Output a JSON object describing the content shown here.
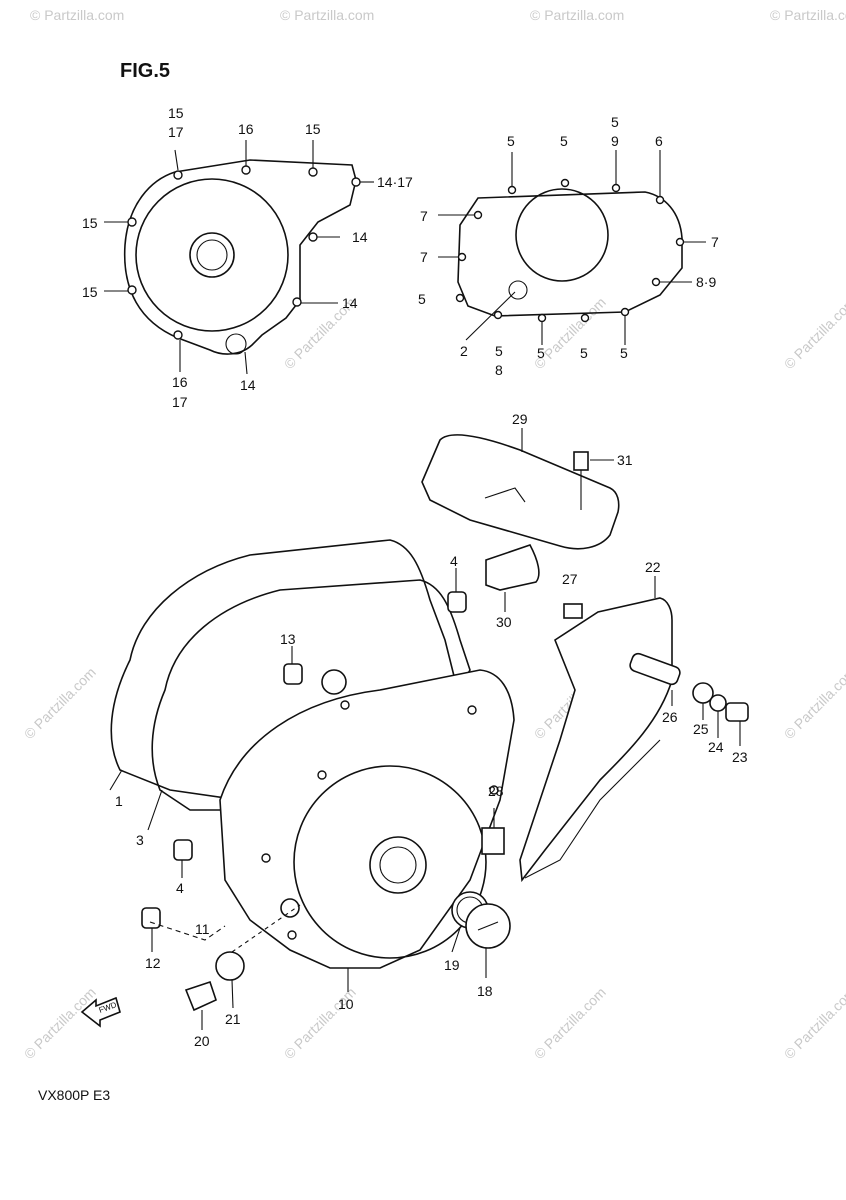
{
  "figure_title": "FIG.5",
  "footer_code": "VX800P E3",
  "watermark": "© Partzilla.com",
  "fwd_label": "FWD",
  "callouts": {
    "c1": "15",
    "c2": "17",
    "c3": "16",
    "c4": "15",
    "c5": "14·17",
    "c6": "15",
    "c7": "14",
    "c8": "15",
    "c9": "14",
    "c10": "16",
    "c11": "17",
    "c12": "14",
    "c13": "5",
    "c14": "5",
    "c15": "5",
    "c16": "9",
    "c17": "6",
    "c18": "7",
    "c19": "7",
    "c20": "7",
    "c21": "5",
    "c22": "8·9",
    "c23": "2",
    "c24": "5",
    "c25": "8",
    "c26": "5",
    "c27": "5",
    "c28": "5",
    "c29": "29",
    "c30": "31",
    "c31": "27",
    "c32": "30",
    "c33": "22",
    "c34": "4",
    "c35": "13",
    "c36": "26",
    "c37": "25",
    "c38": "24",
    "c39": "23",
    "c40": "1",
    "c41": "28",
    "c42": "3",
    "c43": "4",
    "c44": "11",
    "c45": "12",
    "c46": "19",
    "c47": "18",
    "c48": "10",
    "c49": "21",
    "c50": "20"
  }
}
